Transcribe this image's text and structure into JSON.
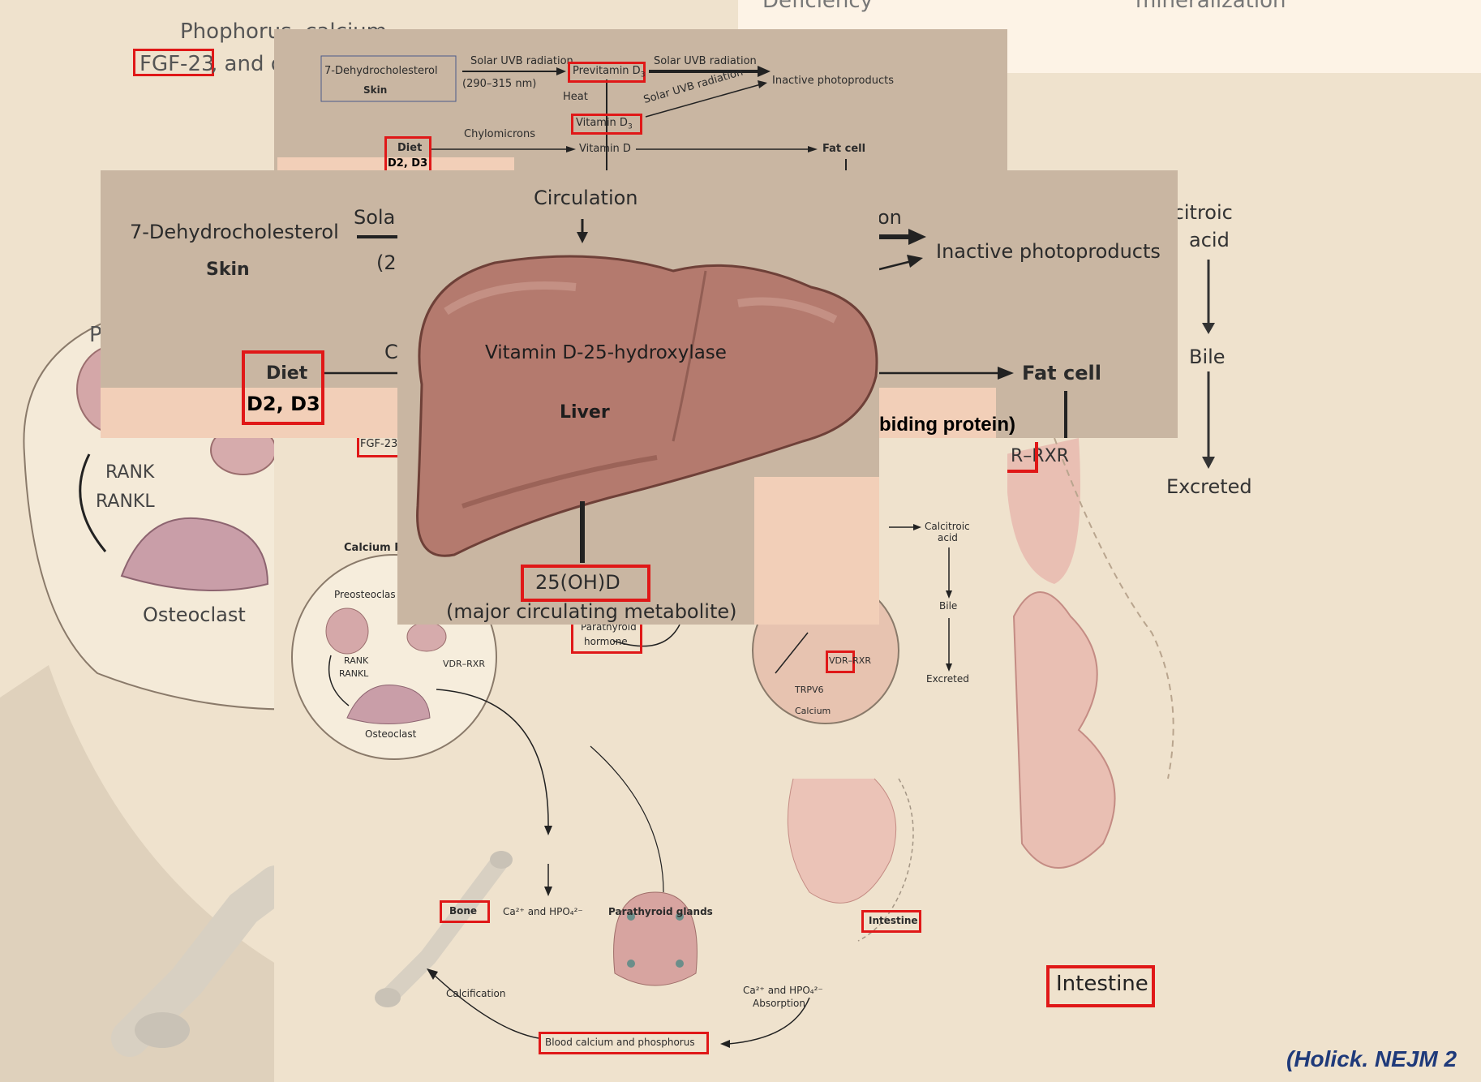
{
  "top_right_header": {
    "text1": "Deficiency",
    "text2": "mineralization"
  },
  "bg_left": {
    "phosphorus_line1": "Phophorus, calcium,",
    "fgf23": "FGF-23",
    "phosphorus_line2_rest": ", and o",
    "p_letter": "P",
    "rank": "RANK",
    "rankl": "RANKL",
    "osteoclast": "Osteoclast"
  },
  "bg_right": {
    "calcitroic": "lcitroic",
    "acid": "acid",
    "bile": "Bile",
    "excreted": "Excreted",
    "vdr_rxr": "R–RXR",
    "intestine": "Intestine"
  },
  "top_panel": {
    "dehydro": "7-Dehydrocholesterol",
    "skin": "Skin",
    "solar_uvb_1": "Solar UVB radiation",
    "wavelength": "(290–315 nm)",
    "previtamin": "Previtamin D",
    "sub3": "3",
    "solar_uvb_2": "Solar UVB radiation",
    "inactive": "Inactive photoproducts",
    "heat": "Heat",
    "vitamin_d3": "Vitamin D",
    "solar_uvb_3": "Solar UVB radiation",
    "chylomicrons": "Chylomicrons",
    "diet": "Diet",
    "d2d3": "D2, D3",
    "vitamin_d": "Vitamin D",
    "fat_cell": "Fat cell"
  },
  "mid_panel": {
    "dehydro": "7-Dehydrocholesterol",
    "skin": "Skin",
    "sola": "Sola",
    "paren": "(2",
    "c_letter": "C",
    "diet": "Diet",
    "d2d3": "D2, D3",
    "on": "on",
    "inactive": "Inactive photoproducts",
    "fat_cell": "Fat cell",
    "binding": "biding protein)"
  },
  "main_diagram": {
    "fgf23": "FGF-23",
    "calcium_r": "Calcium R",
    "preosteoclast": "Preosteoclas",
    "rank": "RANK",
    "rankl": "RANKL",
    "vdr_rxr": "VDR–RXR",
    "osteoclast": "Osteoclast",
    "parathyroid_hormone_1": "Parathyroid",
    "parathyroid_hormone_2": "hormone",
    "calcitroic": "Calcitroic",
    "acid": "acid",
    "bile": "Bile",
    "excreted": "Excreted",
    "vdr_rxr_2": "VDR–RXR",
    "trpv6": "TRPV6",
    "calcium": "Calcium",
    "bone": "Bone",
    "ca_hpo4": "Ca²⁺ and HPO₄²⁻",
    "parathyroid_glands": "Parathyroid glands",
    "intestine": "Intestine",
    "calcification": "Calcification",
    "absorption_1": "Ca²⁺ and HPO₄²⁻",
    "absorption_2": "Absorption",
    "blood": "Blood calcium and phosphorus"
  },
  "liver_panel": {
    "circulation": "Circulation",
    "enzyme": "Vitamin D-25-hydroxylase",
    "organ": "Liver",
    "metabolite": "25(OH)D",
    "metabolite_note": "(major circulating metabolite)"
  },
  "citation": "(Holick. NEJM 2",
  "colors": {
    "highlight": "#e01818",
    "citation": "#1f3a7a",
    "liver": "#b47a6e",
    "beige": "#efe2cd",
    "tan": "#c9b6a2"
  }
}
